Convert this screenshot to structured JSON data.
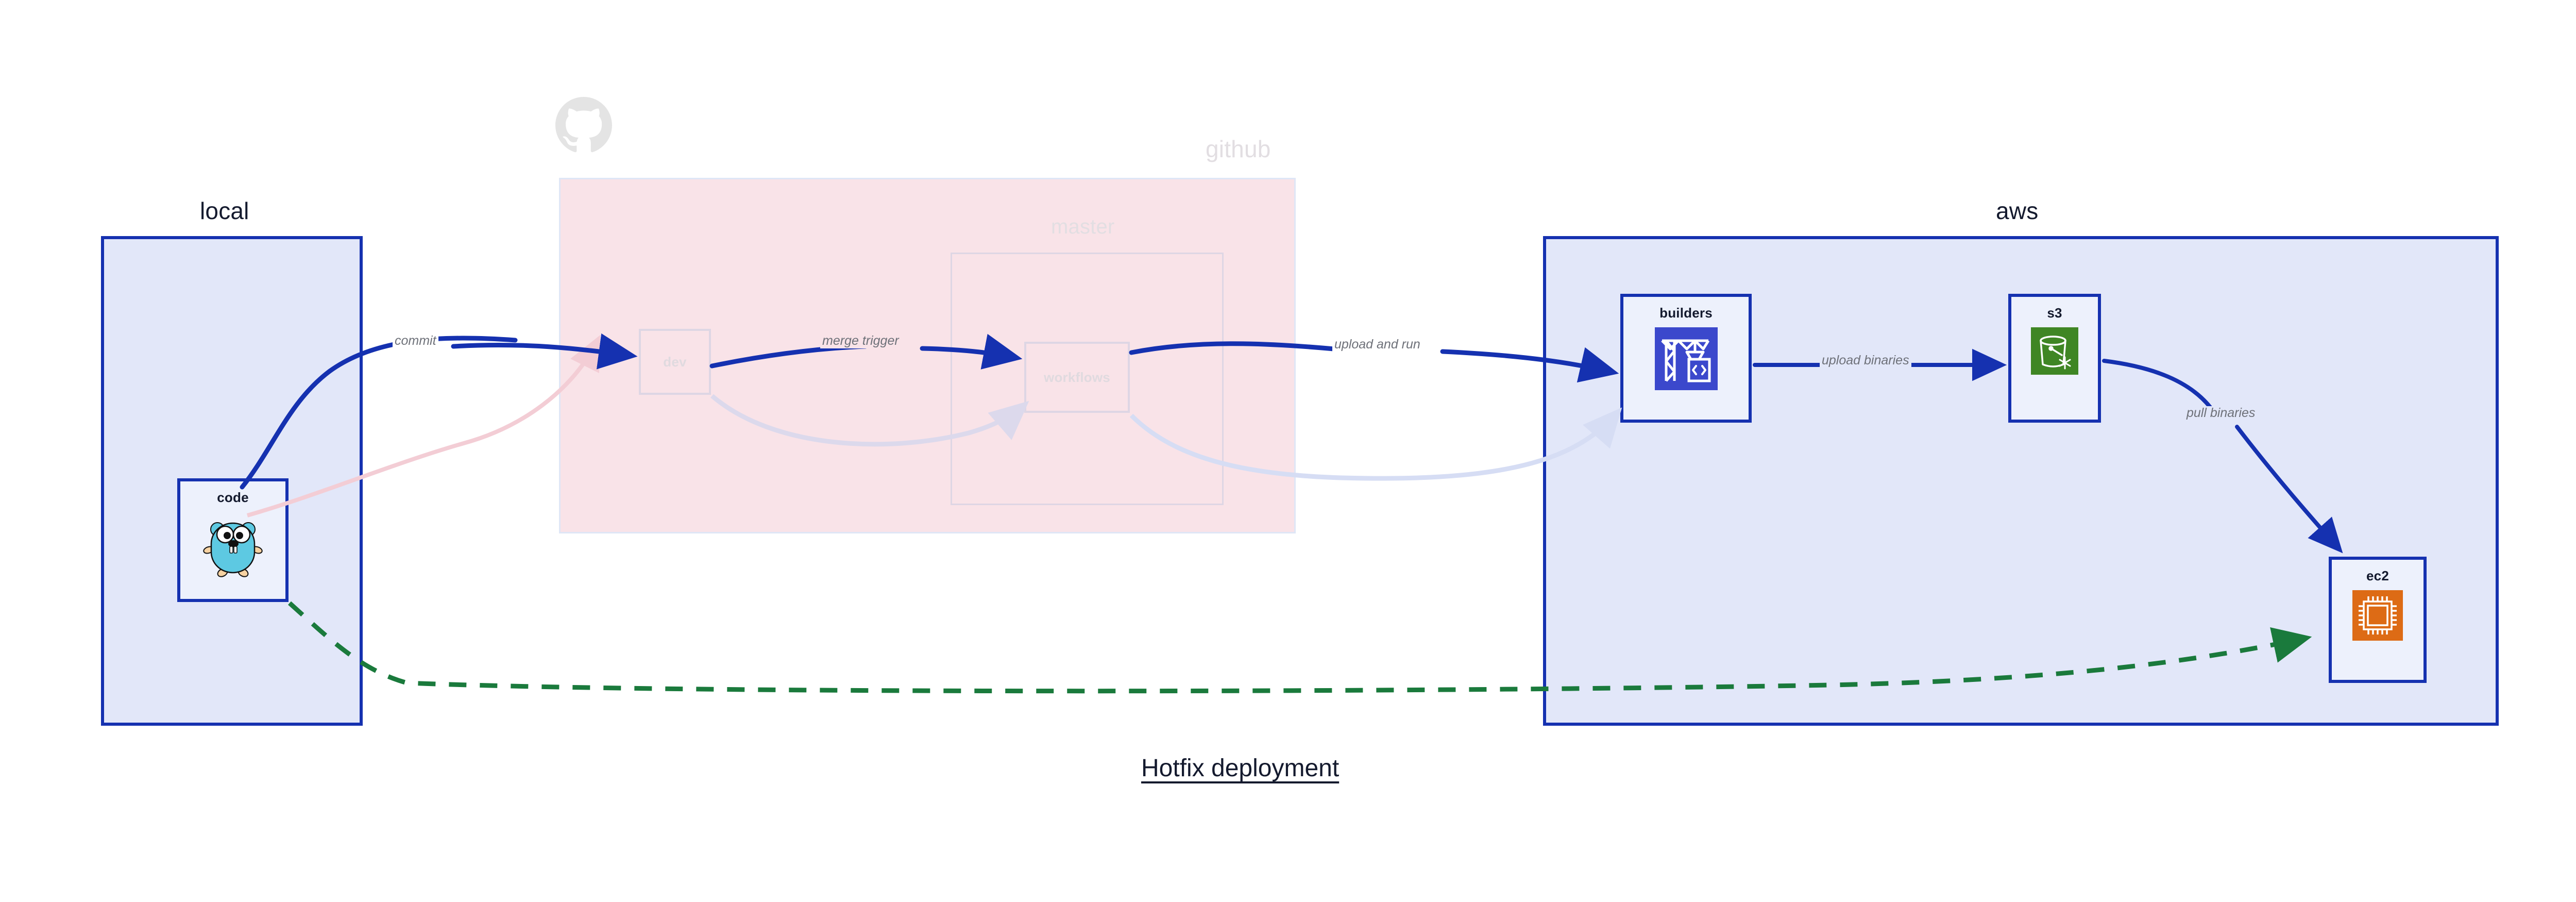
{
  "diagram": {
    "caption": "Hotfix deployment",
    "background_color": "#ffffff",
    "accent_blue": "#1531B0",
    "accent_green": "#1A7A3C",
    "faded_pink": "#F9E3E8",
    "faded_lavender": "#E2E7F9"
  },
  "groups": [
    {
      "id": "local",
      "title": "local",
      "faded": false,
      "fill": "#E2E7F9",
      "border": "#1531B0"
    },
    {
      "id": "github",
      "title": "github",
      "faded": true,
      "fill": "#F9E3E8",
      "border": "#DFE6F6"
    },
    {
      "id": "aws",
      "title": "aws",
      "faded": false,
      "fill": "#E2E7F9",
      "border": "#1531B0"
    }
  ],
  "subgroups": [
    {
      "id": "master",
      "title": "master",
      "parent": "github",
      "faded": true
    }
  ],
  "nodes": [
    {
      "id": "code",
      "label": "code",
      "group": "local",
      "icon": "go-gopher-icon",
      "faded": false
    },
    {
      "id": "dev",
      "label": "dev",
      "group": "github",
      "icon": "none",
      "faded": true
    },
    {
      "id": "workflows",
      "label": "workflows",
      "group": "master",
      "icon": "none",
      "faded": true
    },
    {
      "id": "builders",
      "label": "builders",
      "group": "aws",
      "icon": "aws-codebuild-icon",
      "faded": false
    },
    {
      "id": "s3",
      "label": "s3",
      "group": "aws",
      "icon": "aws-s3-bucket-icon",
      "faded": false
    },
    {
      "id": "ec2",
      "label": "ec2",
      "group": "aws",
      "icon": "aws-ec2-chip-icon",
      "faded": false
    }
  ],
  "edges": [
    {
      "id": "e1",
      "from": "code",
      "to": "dev",
      "label": "commit",
      "style": "solid",
      "color": "#1531B0",
      "faded": false
    },
    {
      "id": "e2",
      "from": "dev",
      "to": "workflows",
      "label": "merge trigger",
      "style": "solid",
      "color": "#1531B0",
      "faded": false
    },
    {
      "id": "e3",
      "from": "workflows",
      "to": "builders",
      "label": "upload and run",
      "style": "solid",
      "color": "#1531B0",
      "faded": false
    },
    {
      "id": "e4",
      "from": "builders",
      "to": "s3",
      "label": "upload binaries",
      "style": "solid",
      "color": "#1531B0",
      "faded": false
    },
    {
      "id": "e5",
      "from": "s3",
      "to": "ec2",
      "label": "pull binaries",
      "style": "solid",
      "color": "#1531B0",
      "faded": false
    },
    {
      "id": "e6",
      "from": "code",
      "to": "ec2",
      "label": "",
      "style": "dashed",
      "color": "#1A7A3C",
      "faded": false
    },
    {
      "id": "e7",
      "from": "code",
      "to": "dev",
      "label": "",
      "style": "solid",
      "color": "#F3CDD5",
      "faded": true
    },
    {
      "id": "e8",
      "from": "dev",
      "to": "workflows",
      "label": "",
      "style": "solid",
      "color": "#DCD9EC",
      "faded": true
    },
    {
      "id": "e9",
      "from": "workflows",
      "to": "builders",
      "label": "",
      "style": "solid",
      "color": "#DCDFF2",
      "faded": true
    }
  ],
  "icons": {
    "github_logo": "github-octocat-icon"
  }
}
